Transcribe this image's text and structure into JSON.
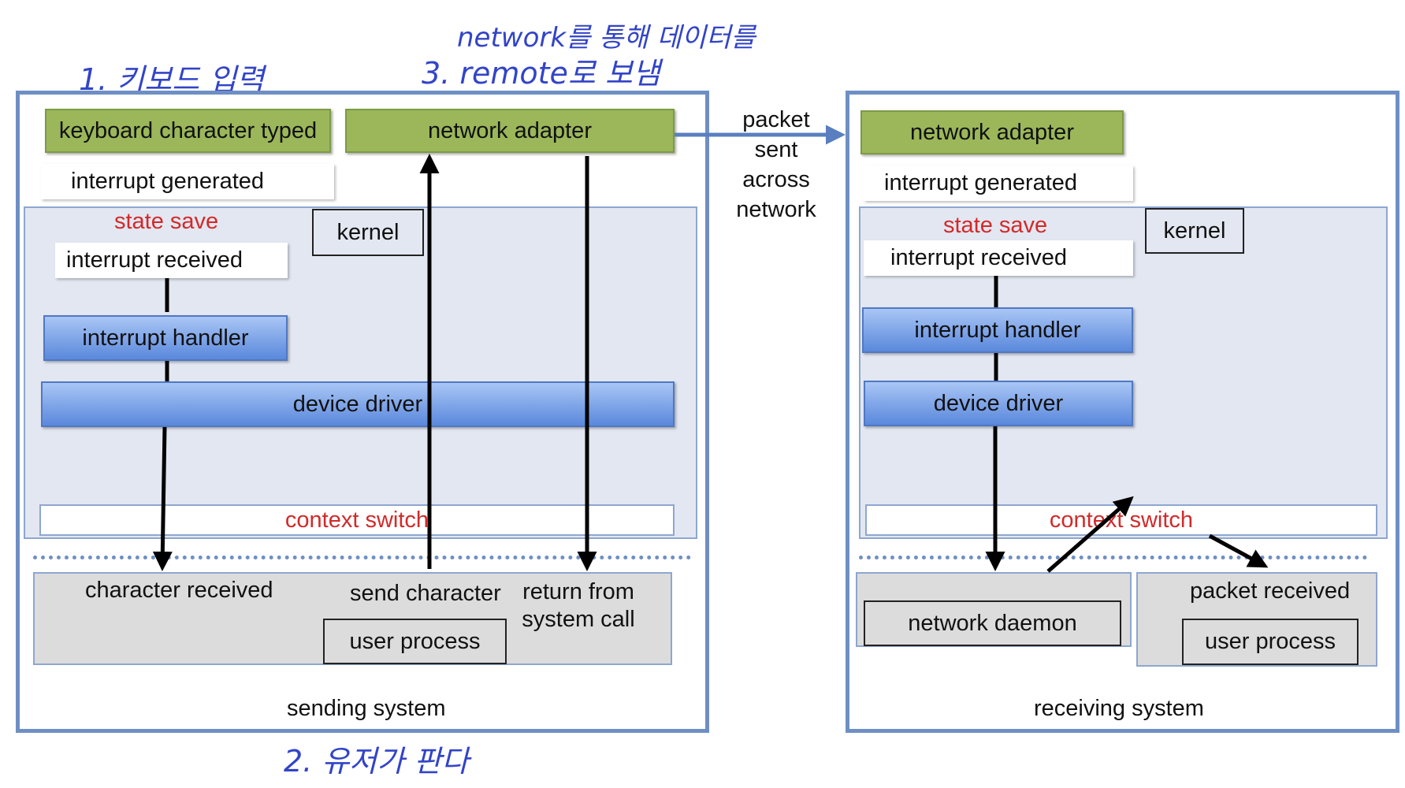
{
  "annotations": {
    "note_1": "1. 키보드 입력",
    "note_2": "2. 유저가 판다",
    "note_3_line1": "network를 통해 데이터를",
    "note_3_line2": "3. remote로 보냄"
  },
  "network": {
    "packet_label_lines": [
      "packet",
      "sent",
      "across",
      "network"
    ]
  },
  "sending": {
    "keyboard": "keyboard character typed",
    "network_adapter": "network adapter",
    "interrupt_generated": "interrupt generated",
    "state_save": "state save",
    "kernel": "kernel",
    "interrupt_received": "interrupt received",
    "interrupt_handler": "interrupt handler",
    "device_driver": "device driver",
    "context_switch": "context switch",
    "character_received": "character received",
    "send_character": "send character",
    "return_from_line1": "return from",
    "return_from_line2": "system call",
    "user_process": "user process",
    "system_label": "sending system"
  },
  "receiving": {
    "network_adapter": "network adapter",
    "interrupt_generated": "interrupt generated",
    "state_save": "state save",
    "kernel": "kernel",
    "interrupt_received": "interrupt received",
    "interrupt_handler": "interrupt handler",
    "device_driver": "device driver",
    "context_switch": "context switch",
    "network_daemon": "network daemon",
    "packet_received": "packet received",
    "user_process": "user process",
    "system_label": "receiving system"
  },
  "colors": {
    "system_border": "#6f8fc4",
    "kernel_fill": "#e2e7f1",
    "hardware_green": "#9bb75a",
    "driver_blue": "#5a88dc",
    "context_switch_red": "#d22a2a",
    "user_gray": "#dcdcdc",
    "handwriting_blue": "#3244c8"
  }
}
